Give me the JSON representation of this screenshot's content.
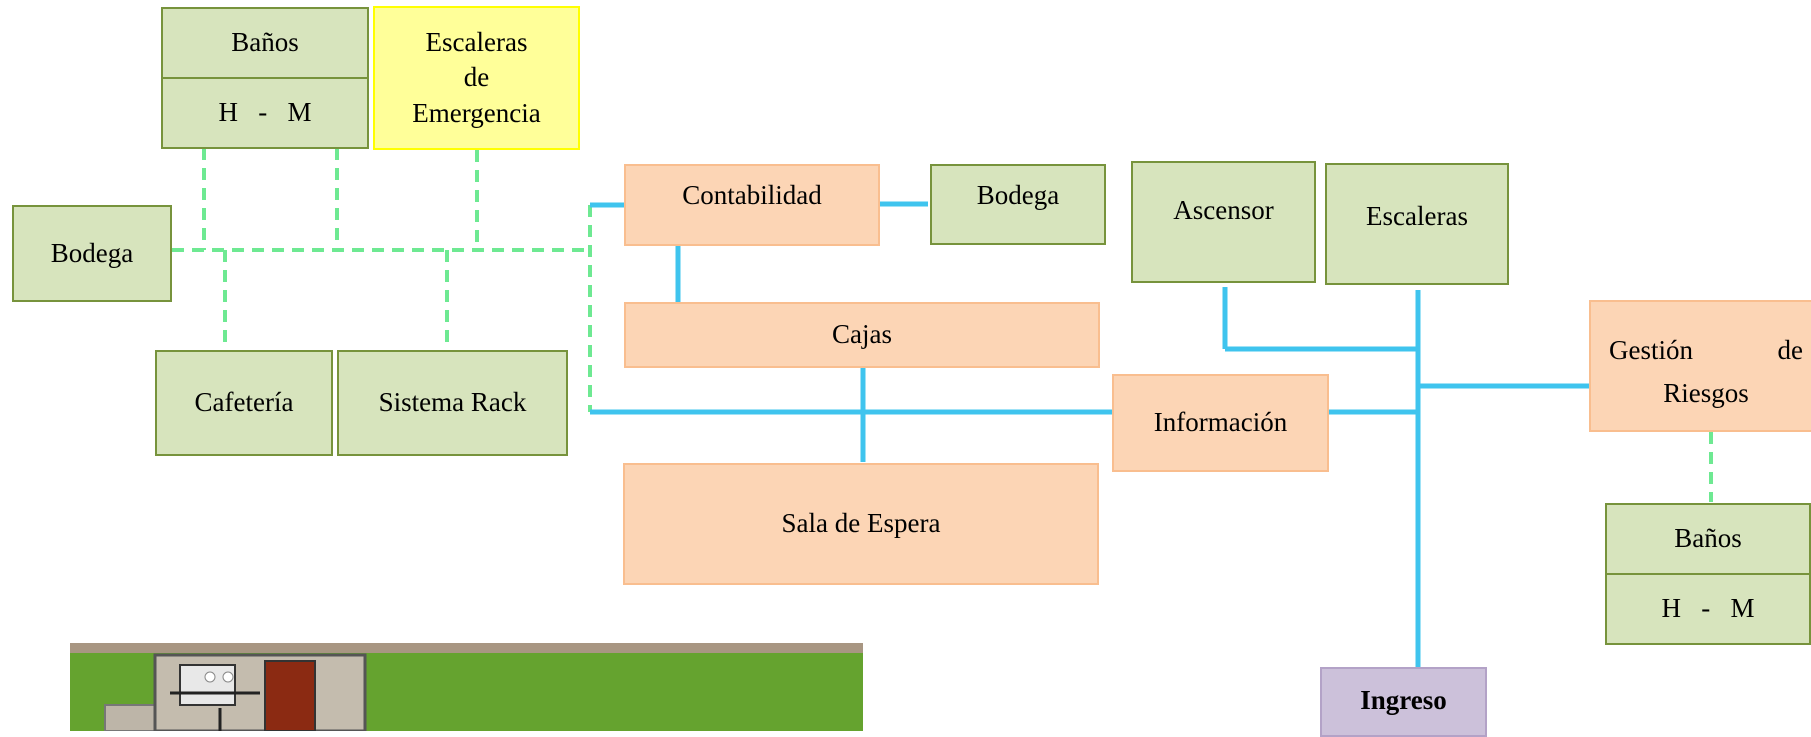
{
  "diagram": {
    "banos_left": {
      "title": "Baños",
      "subtitle": "H   -   M"
    },
    "escaleras_emergencia": "Escaleras de Emergencia",
    "bodega_left": "Bodega",
    "cafeteria": "Cafetería",
    "sistema_rack": "Sistema Rack",
    "contabilidad": "Contabilidad",
    "bodega_right": "Bodega",
    "cajas": "Cajas",
    "sala_espera": "Sala de Espera",
    "informacion": "Información",
    "ascensor": "Ascensor",
    "escaleras": "Escaleras",
    "gestion_riesgos": {
      "line1_a": "Gestión",
      "line1_b": "de",
      "line2": "Riesgos"
    },
    "banos_right": {
      "title": "Baños",
      "subtitle": "H   -   M"
    },
    "ingreso": "Ingreso"
  },
  "colors": {
    "green_fill": "#d7e4bd",
    "orange_fill": "#fcd5b5",
    "yellow_fill": "#ffff99",
    "purple_fill": "#ccc1da",
    "solid_connector": "#3fc4ee",
    "dashed_connector": "#6ee992"
  }
}
